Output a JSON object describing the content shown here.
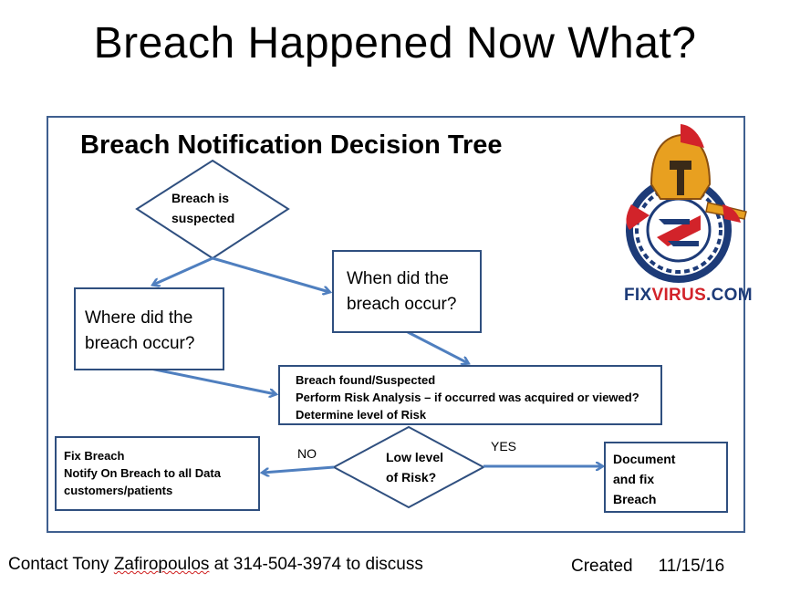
{
  "slide": {
    "title": "Breach Happened Now What?"
  },
  "diagram": {
    "title": "Breach Notification Decision Tree",
    "nodes": {
      "suspected": {
        "line1": "Breach is",
        "line2": "suspected"
      },
      "where": {
        "line1": "Where did the",
        "line2": "breach occur?"
      },
      "when": {
        "line1": "When did the",
        "line2": "breach occur?"
      },
      "analysis": {
        "line1": "Breach found/Suspected",
        "line2": "Perform Risk Analysis – if occurred was acquired or viewed?",
        "line3": "Determine level of Risk"
      },
      "low_risk": {
        "line1": "Low level",
        "line2": "of Risk?"
      },
      "fix": {
        "line1": "Fix Breach",
        "line2": "Notify On Breach to all Data",
        "line3": "customers/patients"
      },
      "document": {
        "line1": "Document",
        "line2": "and fix",
        "line3": "Breach"
      }
    },
    "edge_labels": {
      "no": "NO",
      "yes": "YES"
    }
  },
  "logo": {
    "text_blue": "FIX",
    "text_red": "VIRUS",
    "text_blue2": ".COM",
    "colors": {
      "blue": "#1d3b78",
      "red": "#d2232a",
      "gold": "#e8a020"
    }
  },
  "footer": {
    "contact_prefix": "Contact Tony ",
    "contact_name": "Zafiropoulos",
    "contact_suffix": " at 314-504-3974 to discuss",
    "created_label": "Created",
    "created_date": "11/15/16"
  },
  "colors": {
    "arrow": "#4f7fbf",
    "border": "#2f4f7f"
  }
}
